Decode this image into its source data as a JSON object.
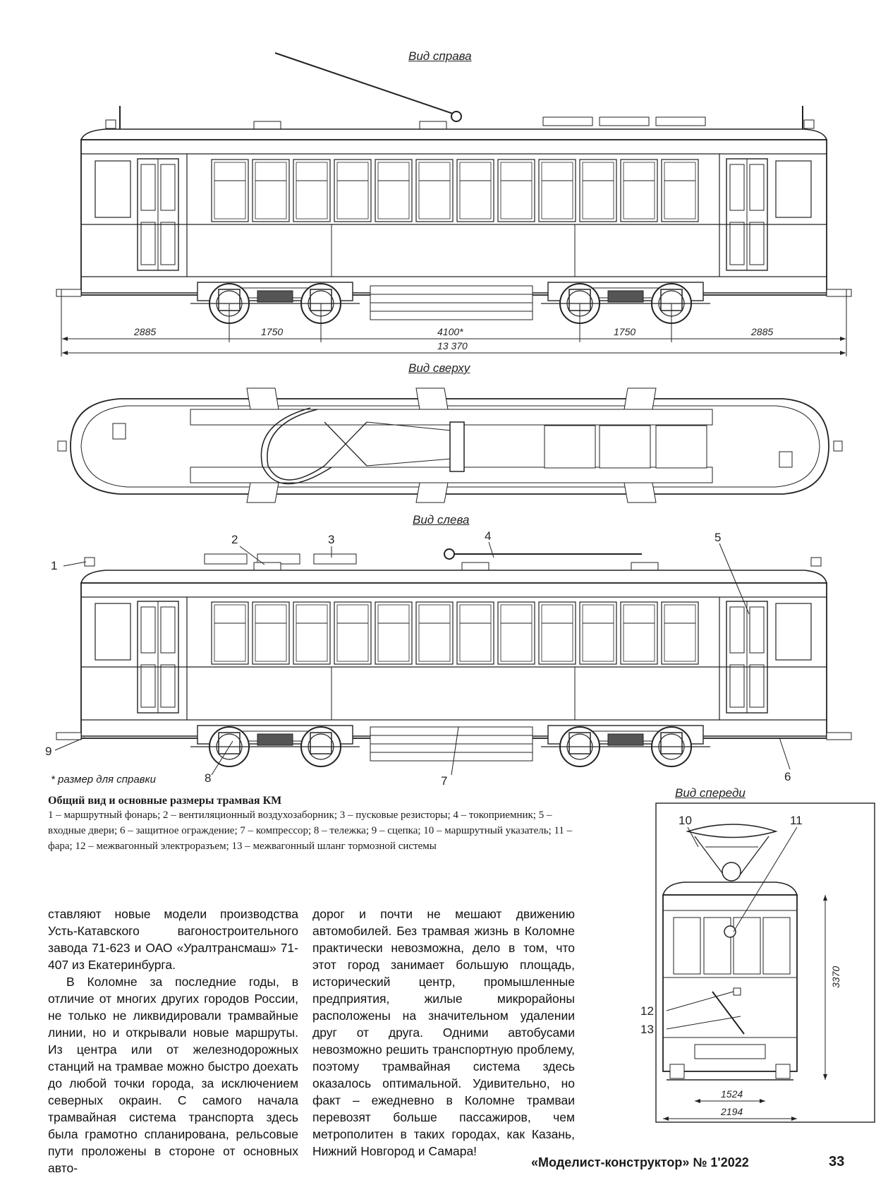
{
  "views": {
    "right": "Вид справа",
    "top": "Вид сверху",
    "left": "Вид слева",
    "front": "Вид спереди"
  },
  "dimensions": {
    "end_left": "2885",
    "bogie_left": "1750",
    "center": "4100*",
    "bogie_right": "1750",
    "end_right": "2885",
    "total": "13 370",
    "front_height": "3370",
    "front_gauge": "1524",
    "front_width": "2194"
  },
  "callouts": [
    "1",
    "2",
    "3",
    "4",
    "5",
    "6",
    "7",
    "8",
    "9",
    "10",
    "11",
    "12",
    "13"
  ],
  "footnote": "* размер для справки",
  "caption": {
    "title": "Общий вид и основные размеры трамвая КМ",
    "text": "1 – маршрутный фонарь; 2 – вентиляционный воздухозаборник; 3 – пусковые резисторы; 4 – токоприемник; 5 – входные двери; 6 – защитное ограждение; 7 – компрессор; 8 – тележка; 9 – сцепка; 10 – маршрутный указатель; 11 – фара; 12 – межвагонный электроразъем; 13 – межвагонный шланг тормозной системы"
  },
  "article": {
    "col1_p1": "ставляют новые модели производства Усть-Катавского вагоностроительного завода 71-623 и ОАО «Уралтрансмаш» 71-407 из Екатеринбурга.",
    "col1_p2": "В Коломне за последние годы, в отличие от многих других городов России, не только не ликвидировали трамвайные линии, но и открывали новые маршруты. Из центра или от железнодорожных станций на трамвае можно быстро доехать до любой точки города, за исключением северных окраин. С самого начала трамвайная система транспорта здесь была грамотно спланирована, рельсовые пути проложены в стороне от основных авто-",
    "col2_p1": "дорог и почти не мешают движению автомобилей. Без трамвая жизнь в Коломне практически невозможна, дело в том, что этот город занимает большую площадь, исторический центр, промышленные предприятия, жилые микрорайоны расположены на значительном удалении друг от друга. Одними автобусами невозможно решить транспортную проблему, поэтому трамвайная система здесь оказалось оптимальной. Удивительно, но факт – ежедневно в Коломне трамваи перевозят больше пассажиров, чем метрополитен в таких городах, как Казань, Нижний Новгород и Самара!"
  },
  "footer": {
    "journal": "«Моделист-конструктор» № 1'2022",
    "page": "33"
  }
}
